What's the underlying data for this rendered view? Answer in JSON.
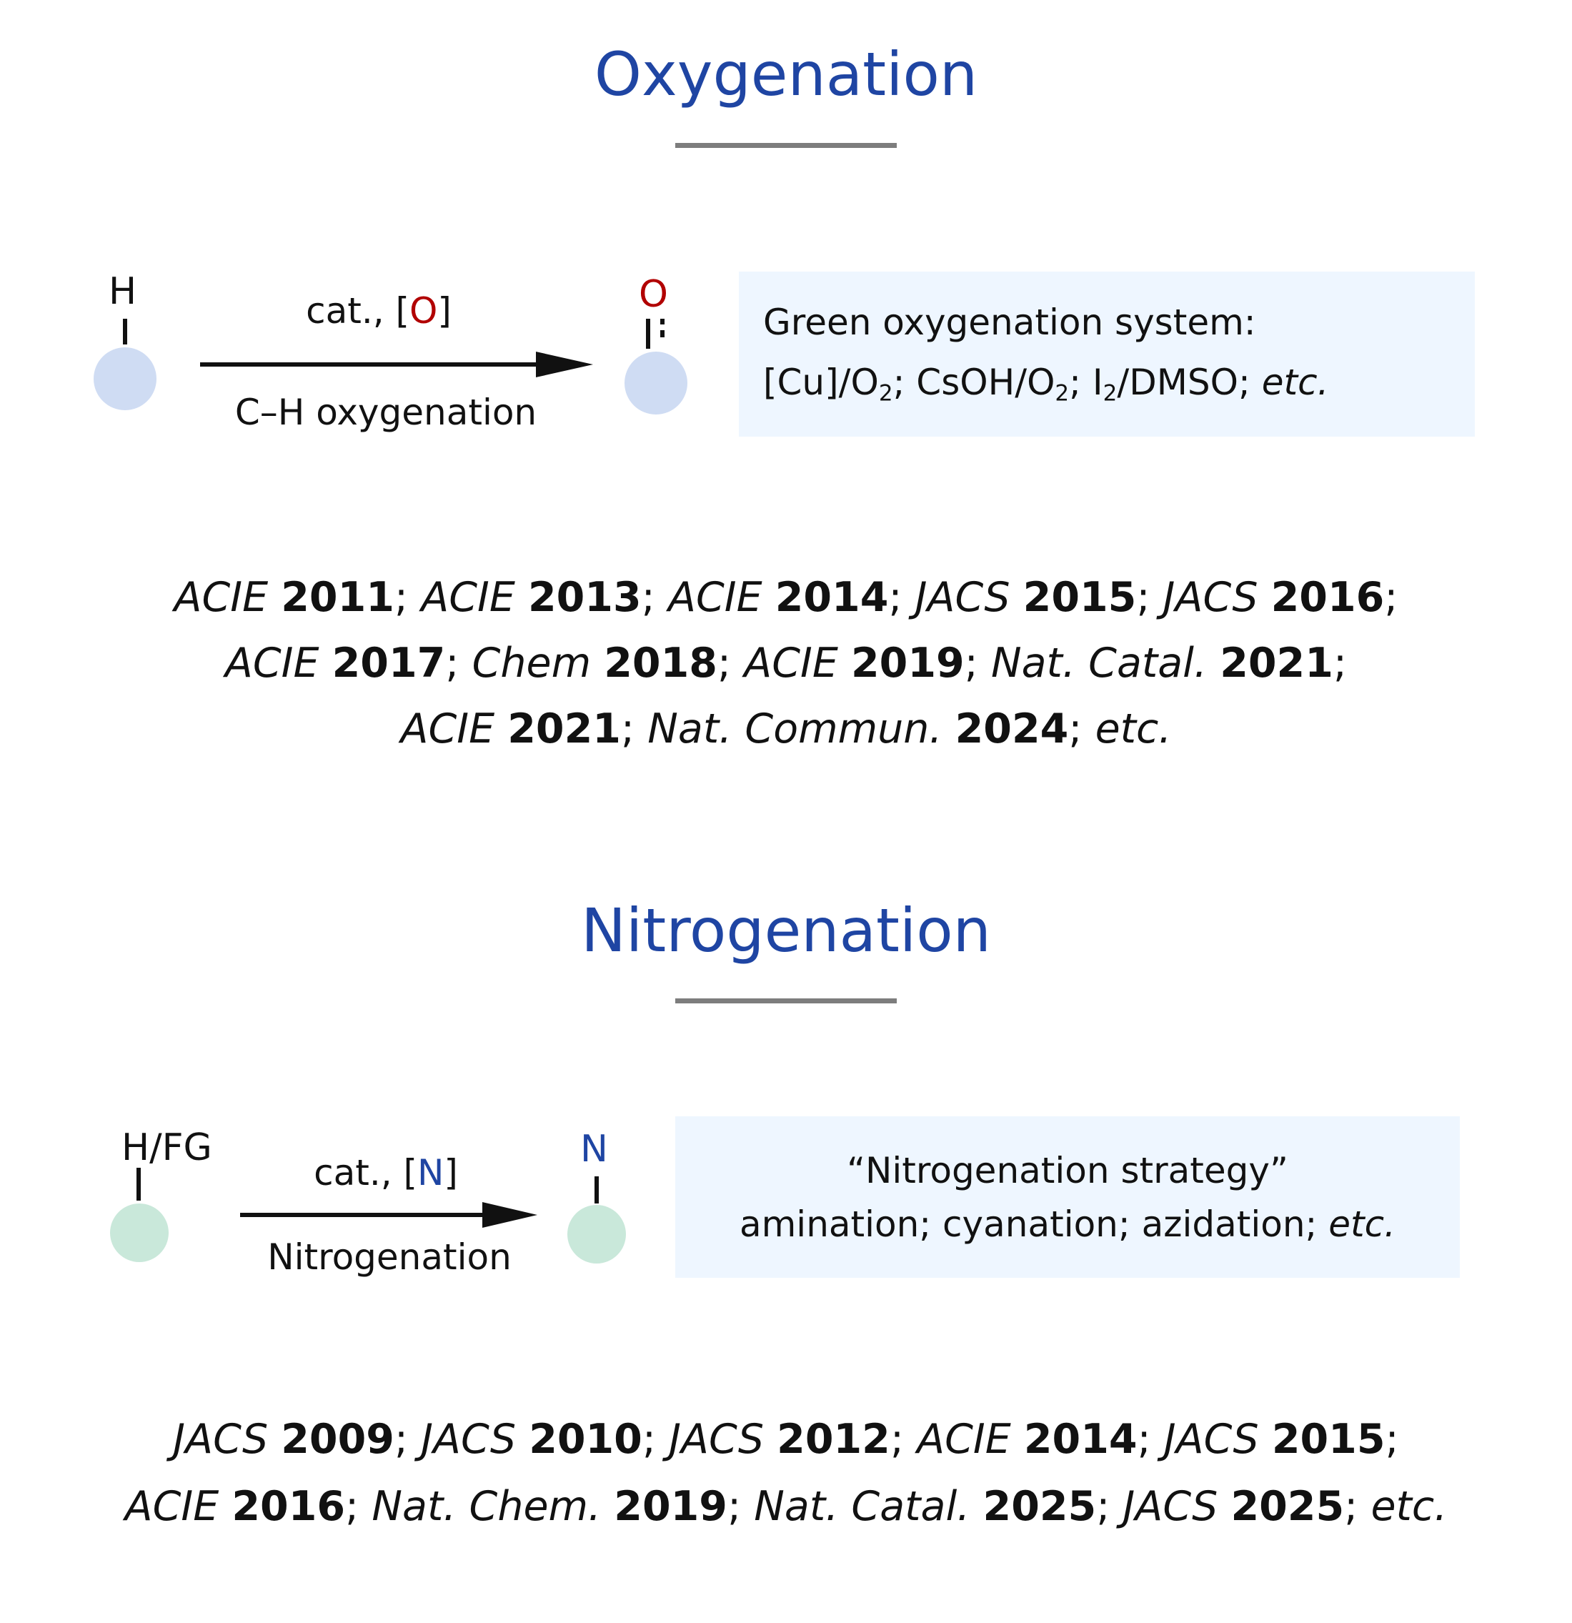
{
  "oxygenation": {
    "title": "Oxygenation",
    "substrate_atom": "H",
    "reagent": {
      "prefix": "cat., [",
      "element": "O",
      "suffix": "]"
    },
    "arrow_label": "C–H oxygenation",
    "product_atom": "O",
    "info_box": {
      "line1": "Green oxygenation system:",
      "line2_parts": {
        "a": "[Cu]/O",
        "a_sub": "2",
        "b": "; CsOH/O",
        "b_sub": "2",
        "c": "; I",
        "c_sub": "2",
        "d": "/DMSO; ",
        "etc": "etc."
      }
    },
    "references": [
      [
        {
          "journal": "ACIE",
          "year": "2011",
          "sep": "; "
        },
        {
          "journal": "ACIE",
          "year": "2013",
          "sep": "; "
        },
        {
          "journal": "ACIE",
          "year": "2014",
          "sep": "; "
        },
        {
          "journal": "JACS",
          "year": "2015",
          "sep": "; "
        },
        {
          "journal": "JACS",
          "year": "2016",
          "sep": ";"
        }
      ],
      [
        {
          "journal": "ACIE",
          "year": "2017",
          "sep": "; "
        },
        {
          "journal": "Chem",
          "year": "2018",
          "sep": "; "
        },
        {
          "journal": "ACIE",
          "year": "2019",
          "sep": "; "
        },
        {
          "journal": "Nat. Catal.",
          "year": "2021",
          "sep": ";"
        }
      ],
      [
        {
          "journal": "ACIE",
          "year": "2021",
          "sep": "; "
        },
        {
          "journal": "Nat. Commun.",
          "year": "2024",
          "sep": "; "
        }
      ]
    ],
    "references_etc": [
      "",
      "",
      "etc."
    ],
    "colors": {
      "node": "#cfdcf3",
      "accent": "#b10000"
    }
  },
  "nitrogenation": {
    "title": "Nitrogenation",
    "substrate_atom": "H/FG",
    "reagent": {
      "prefix": "cat., [",
      "element": "N",
      "suffix": "]"
    },
    "arrow_label": "Nitrogenation",
    "product_atom": "N",
    "info_box": {
      "line1": "“Nitrogenation strategy”",
      "line2": "amination; cyanation; azidation; ",
      "line2_etc": "etc."
    },
    "references": [
      [
        {
          "journal": "JACS",
          "year": "2009",
          "sep": "; "
        },
        {
          "journal": "JACS",
          "year": "2010",
          "sep": "; "
        },
        {
          "journal": "JACS",
          "year": "2012",
          "sep": "; "
        },
        {
          "journal": "ACIE",
          "year": "2014",
          "sep": "; "
        },
        {
          "journal": "JACS",
          "year": "2015",
          "sep": ";"
        }
      ],
      [
        {
          "journal": "ACIE",
          "year": "2016",
          "sep": "; "
        },
        {
          "journal": "Nat. Chem.",
          "year": "2019",
          "sep": "; "
        },
        {
          "journal": "Nat. Catal.",
          "year": "2025",
          "sep": "; "
        },
        {
          "journal": "JACS",
          "year": "2025",
          "sep": "; "
        }
      ]
    ],
    "references_etc": [
      "",
      "etc."
    ],
    "colors": {
      "node": "#c9e8da",
      "accent": "#1f45a3"
    }
  },
  "colors": {
    "title": "#1f45a3",
    "rule": "#7d7d7d",
    "box": "#eef6ff"
  }
}
